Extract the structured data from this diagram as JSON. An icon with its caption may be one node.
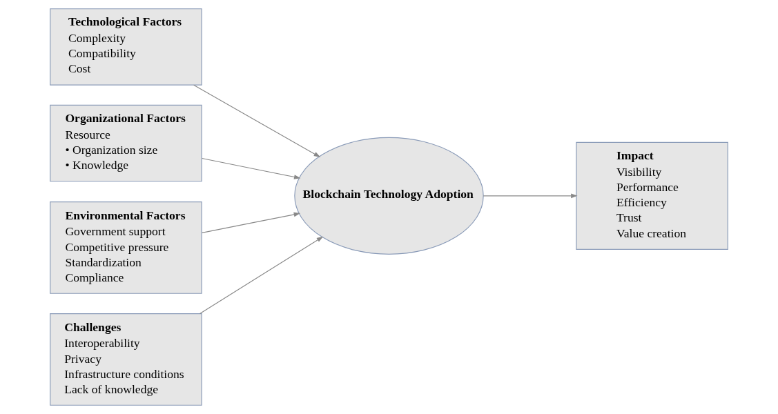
{
  "diagram": {
    "nodes": [
      {
        "text": [
          "Technological Factors",
          "Complexity",
          "Compatibility",
          "Cost"
        ]
      },
      {
        "text": [
          "Organizational Factors",
          "Resource",
          "• Organization size",
          "• Knowledge"
        ]
      },
      {
        "text": [
          "Environmental Factors",
          "Government support",
          "Competitive pressure",
          "Standardization",
          "Compliance"
        ]
      },
      {
        "text": [
          "Blockchain Technology Adoption"
        ]
      },
      {
        "text": [
          "Challenges",
          "Interoperability",
          "Privacy",
          "Infrastructure conditions",
          "Lack of knowledge"
        ]
      },
      {
        "text": [
          "Impact",
          "Visibility",
          "Performance",
          "Efficiency",
          "Trust",
          "Value creation"
        ]
      }
    ],
    "edges": [
      {
        "from": 0,
        "to": 3,
        "arrow": "to"
      },
      {
        "from": 1,
        "to": 3,
        "arrow": "to"
      },
      {
        "from": 2,
        "to": 3,
        "arrow": "to"
      },
      {
        "from": 4,
        "to": 3,
        "arrow": "to"
      },
      {
        "from": 3,
        "to": 5,
        "arrow": "to"
      }
    ]
  }
}
